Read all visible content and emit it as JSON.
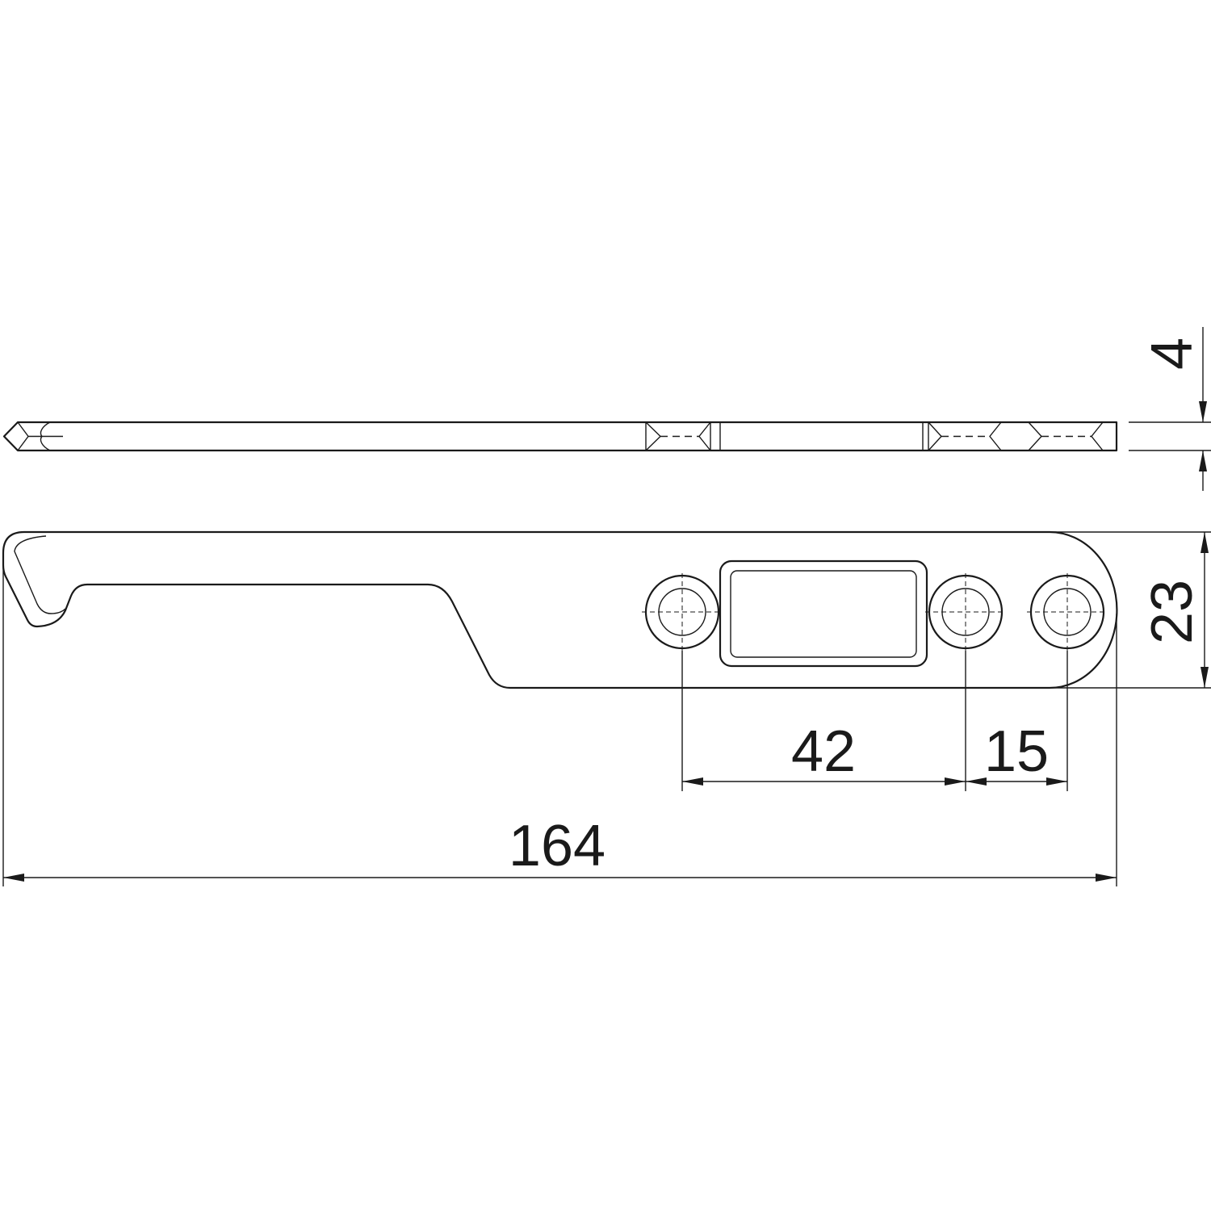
{
  "drawing": {
    "dimensions": {
      "thickness": "4",
      "width": "23",
      "hole_spacing_a": "42",
      "hole_spacing_b": "15",
      "overall_length": "164"
    },
    "colors": {
      "line": "#1a1a1a",
      "background": "#ffffff"
    }
  }
}
